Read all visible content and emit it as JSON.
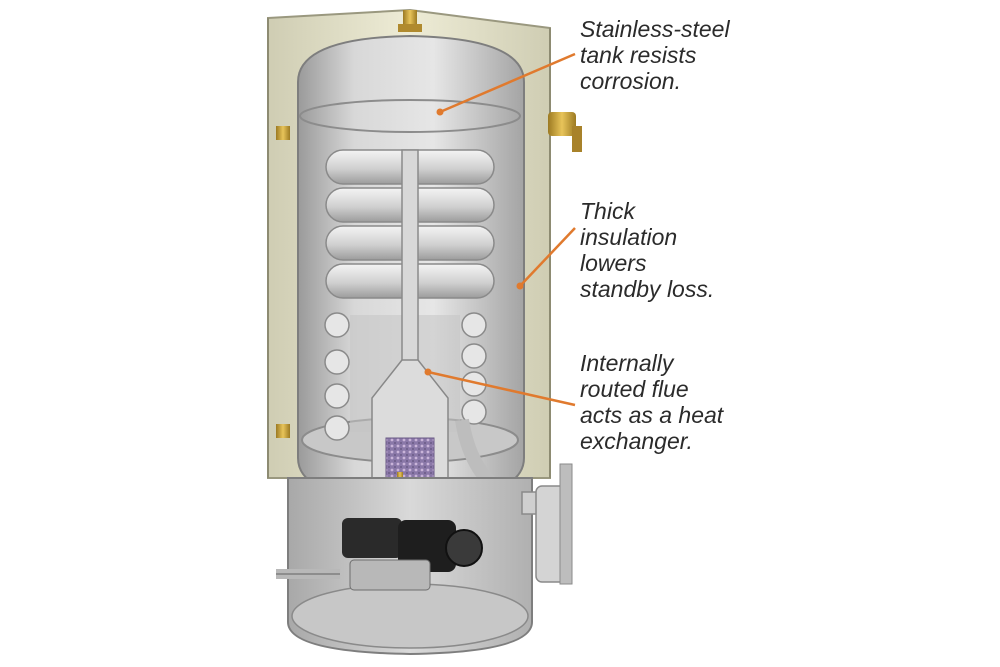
{
  "callouts": [
    {
      "id": "tank",
      "lines": [
        "Stainless-steel",
        "tank resists",
        "corrosion."
      ]
    },
    {
      "id": "insulation",
      "lines": [
        "Thick",
        "insulation",
        "lowers",
        "standby loss."
      ]
    },
    {
      "id": "flue",
      "lines": [
        "Internally",
        "routed flue",
        "acts as a heat",
        "exchanger."
      ]
    }
  ],
  "colors": {
    "leader_line": "#e07a2e",
    "insulation": "#e6e4cc",
    "tank_steel": "#d6d6d6",
    "brass_fitting": "#c9a23a",
    "text": "#2b2b2b"
  },
  "icons": [
    "tank-cutaway-illustration",
    "heat-exchanger-coil",
    "burner-assembly",
    "brass-valve"
  ]
}
